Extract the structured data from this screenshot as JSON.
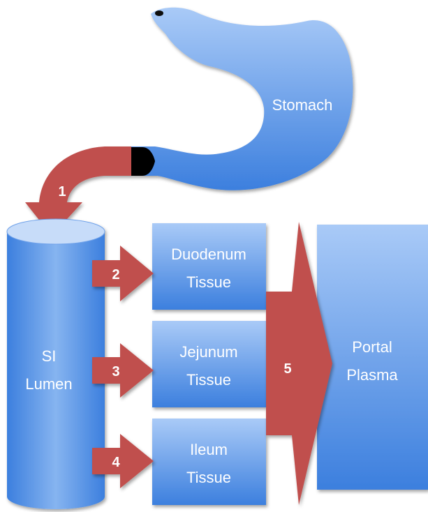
{
  "nodes": {
    "stomach": {
      "label": "Stomach"
    },
    "si_lumen": {
      "label_line1": "SI",
      "label_line2": "Lumen"
    },
    "duodenum": {
      "label_line1": "Duodenum",
      "label_line2": "Tissue"
    },
    "jejunum": {
      "label_line1": "Jejunum",
      "label_line2": "Tissue"
    },
    "ileum": {
      "label_line1": "Ileum",
      "label_line2": "Tissue"
    },
    "portal": {
      "label_line1": "Portal",
      "label_line2": "Plasma"
    }
  },
  "arrows": {
    "a1": "1",
    "a2": "2",
    "a3": "3",
    "a4": "4",
    "a5": "5"
  },
  "colors": {
    "compartment_top": "#9ec3f5",
    "compartment_bottom": "#3f82e0",
    "arrow_fill": "#c0504d",
    "pylorus": "#000000"
  }
}
